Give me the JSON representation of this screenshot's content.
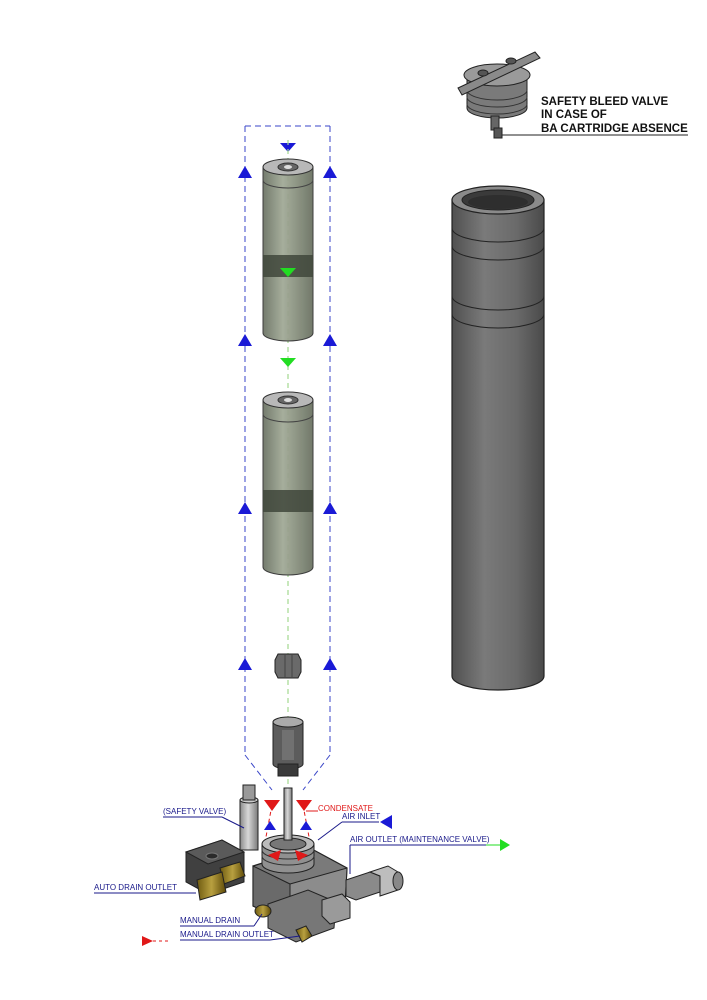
{
  "title_lines": [
    "SAFETY BLEED VALVE",
    "IN CASE OF",
    "BA CARTRIDGE ABSENCE"
  ],
  "labels": {
    "safety_valve": "(SAFETY VALVE)",
    "condensate": "CONDENSATE",
    "air_inlet": "AIR INLET",
    "air_outlet": "AIR OUTLET (MAINTENANCE VALVE)",
    "auto_drain_outlet": "AUTO DRAIN OUTLET",
    "manual_drain": "MANUAL DRAIN",
    "manual_drain_outlet": "MANUAL DRAIN OUTLET"
  },
  "colors": {
    "blue": "#1a1ad6",
    "red": "#e01818",
    "green": "#22dd22",
    "label_blue": "#1a1a8a",
    "body_grey": "#6e6e6e",
    "dark_grey": "#4a4a4a",
    "light_grey": "#a8a8a8",
    "cartridge": "#8c9481"
  },
  "icons": [
    "flow-arrow-icon",
    "dashed-flow-path-icon"
  ]
}
